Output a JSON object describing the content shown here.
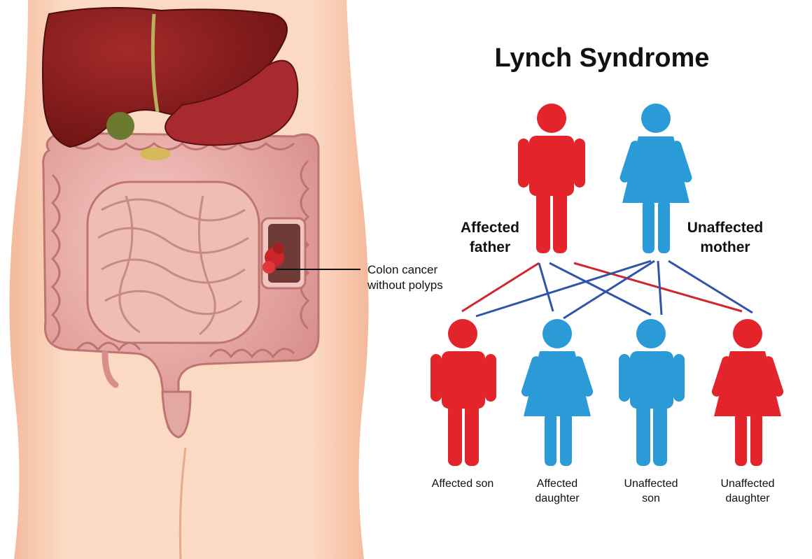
{
  "title": "Lynch Syndrome",
  "annotation": {
    "line1": "Colon cancer",
    "line2": "without polyps"
  },
  "parents": [
    {
      "line1": "Affected",
      "line2": "father",
      "status": "affected",
      "sex": "male"
    },
    {
      "line1": "Unaffected",
      "line2": "mother",
      "status": "unaffected",
      "sex": "female"
    }
  ],
  "children": [
    {
      "line1": "Affected son",
      "line2": "",
      "status": "affected",
      "sex": "male"
    },
    {
      "line1": "Affected",
      "line2": "daughter",
      "status": "unaffected",
      "sex": "female"
    },
    {
      "line1": "Unaffected",
      "line2": "son",
      "status": "unaffected",
      "sex": "male"
    },
    {
      "line1": "Unaffected",
      "line2": "daughter",
      "status": "affected",
      "sex": "female"
    }
  ],
  "colors": {
    "affected": "#e3242b",
    "unaffected": "#2a9bd6",
    "line_red": "#d3242e",
    "line_blue": "#2f54a8"
  }
}
